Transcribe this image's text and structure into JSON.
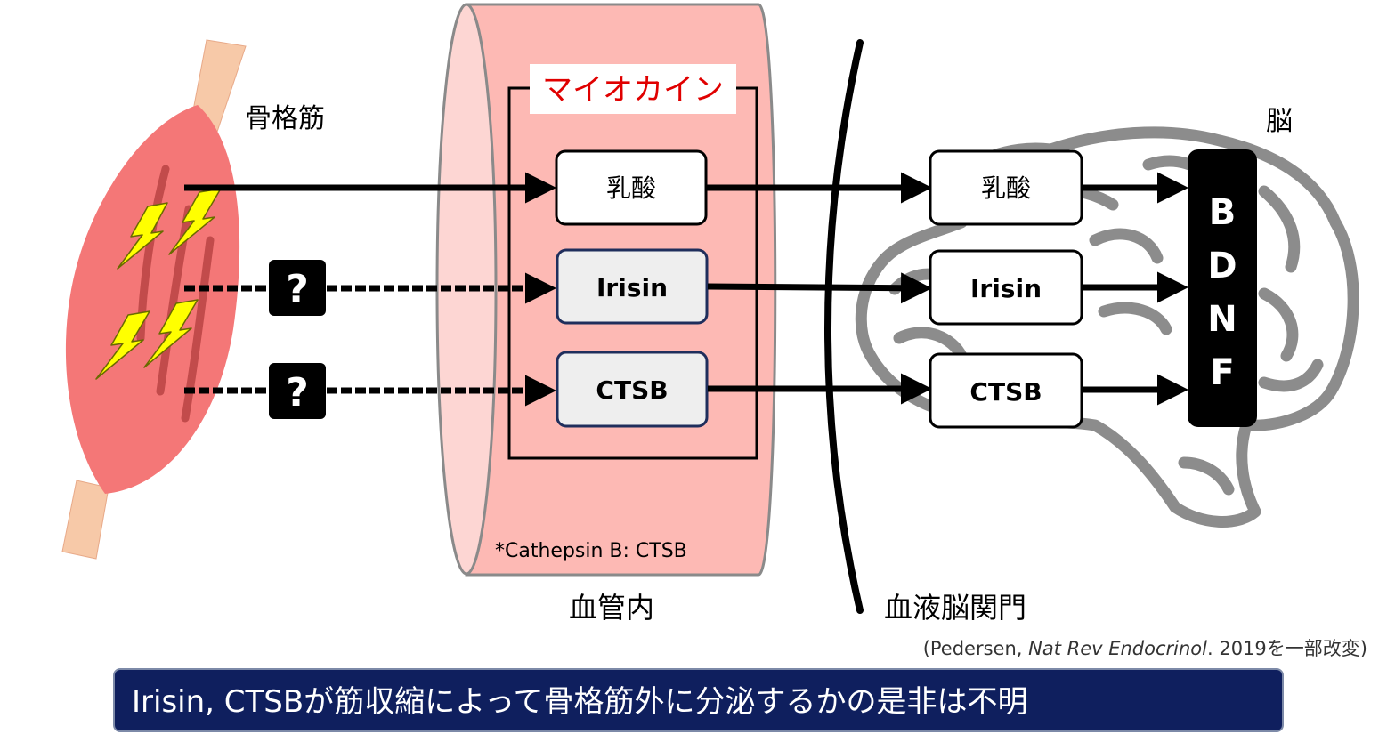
{
  "labels": {
    "muscle": "骨格筋",
    "brain": "脳",
    "vessel": "血管内",
    "bbb": "血液脳関門",
    "myokine": "マイオカイン",
    "footnote": "*Cathepsin B: CTSB",
    "citation_prefix": "(Pedersen, ",
    "citation_journal": "Nat Rev Endocrinol",
    "citation_suffix": ". 2019を一部改変)"
  },
  "vessel_boxes": [
    "乳酸",
    "Irisin",
    "CTSB"
  ],
  "brain_boxes": [
    "乳酸",
    "Irisin",
    "CTSB"
  ],
  "bdnf_letters": [
    "B",
    "D",
    "N",
    "F"
  ],
  "question_mark": "?",
  "banner": "Irisin, CTSBが筋収縮によって骨格筋外に分泌するかの是非は不明",
  "colors": {
    "muscle": "#f47777",
    "tendon": "#f7c9a8",
    "vessel": "#fdb9b4",
    "vessel_edge": "#8a8a8a",
    "box_border_highlight": "#1f2e5c",
    "box_fill_gray": "#eeeeee",
    "banner_bg": "#0f1f5e",
    "myokine_text": "#e00000",
    "lightning": "#ffff00",
    "brain_outline": "#8c8c8c"
  }
}
